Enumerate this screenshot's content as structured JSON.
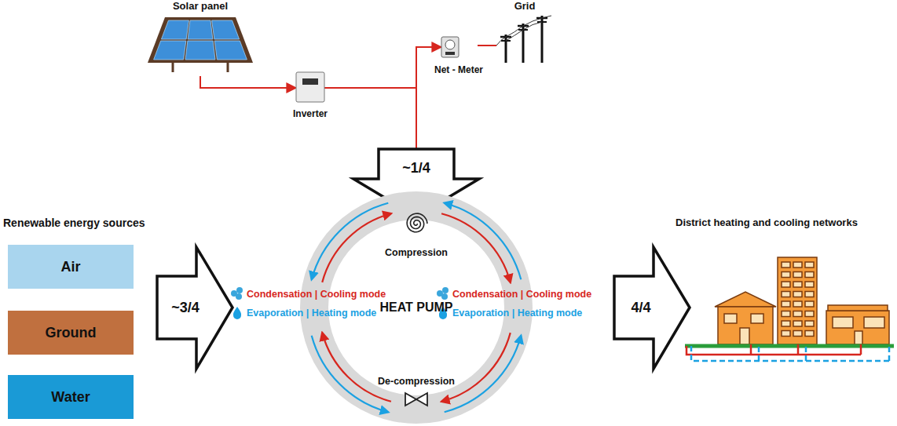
{
  "diagram": {
    "nodes": [
      {
        "text": [
          "Solar panel"
        ]
      },
      {
        "text": [
          "Inverter"
        ]
      },
      {
        "text": [
          "Net - Meter"
        ]
      },
      {
        "text": [
          "Grid"
        ]
      },
      {
        "text": [
          "Air"
        ]
      },
      {
        "text": [
          "Ground"
        ]
      },
      {
        "text": [
          "Water"
        ]
      },
      {
        "text": [
          "HEAT PUMP"
        ]
      },
      {
        "text": [
          "District heating and cooling networks"
        ]
      }
    ],
    "edges": [
      {
        "from": 0,
        "to": 1,
        "arrow": "to"
      },
      {
        "from": 1,
        "to": 2,
        "arrow": "to"
      },
      {
        "from": 2,
        "to": 3,
        "arrow": "none"
      }
    ],
    "labels": [
      "Renewable energy sources",
      "~1/4",
      "~3/4",
      "4/4",
      "Compression",
      "De-compression",
      "Condensation | Cooling mode",
      "Evaporation | Heating mode",
      "Condensation | Cooling mode",
      "Evaporation | Heating mode"
    ]
  }
}
